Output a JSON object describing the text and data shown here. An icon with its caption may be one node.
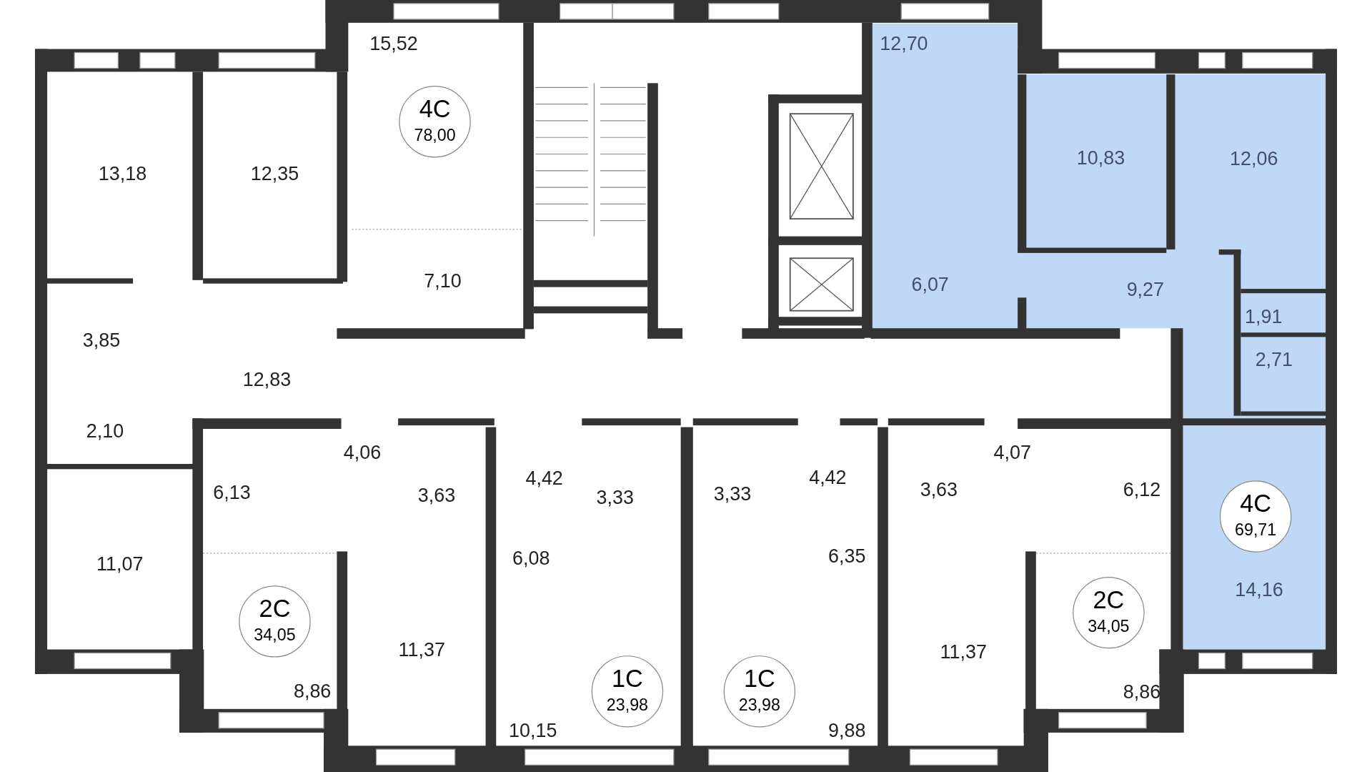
{
  "diagram": {
    "nodes": [
      {
        "text": [
          "4С",
          "78,00"
        ]
      },
      {
        "text": [
          "4С",
          "69,71"
        ]
      },
      {
        "text": [
          "2С",
          "34,05"
        ]
      },
      {
        "text": [
          "2С",
          "34,05"
        ]
      },
      {
        "text": [
          "1С",
          "23,98"
        ]
      },
      {
        "text": [
          "1С",
          "23,98"
        ]
      }
    ],
    "edges": [],
    "labels": [
      "15,52",
      "12,70",
      "13,18",
      "12,35",
      "10,83",
      "12,06",
      "7,10",
      "6,07",
      "9,27",
      "1,91",
      "3,85",
      "2,71",
      "12,83",
      "2,10",
      "4,06",
      "4,07",
      "4,42",
      "4,42",
      "6,13",
      "3,63",
      "3,33",
      "3,33",
      "3,63",
      "6,12",
      "6,08",
      "6,35",
      "11,07",
      "14,16",
      "11,37",
      "11,37",
      "8,86",
      "8,86",
      "10,15",
      "9,88"
    ]
  }
}
